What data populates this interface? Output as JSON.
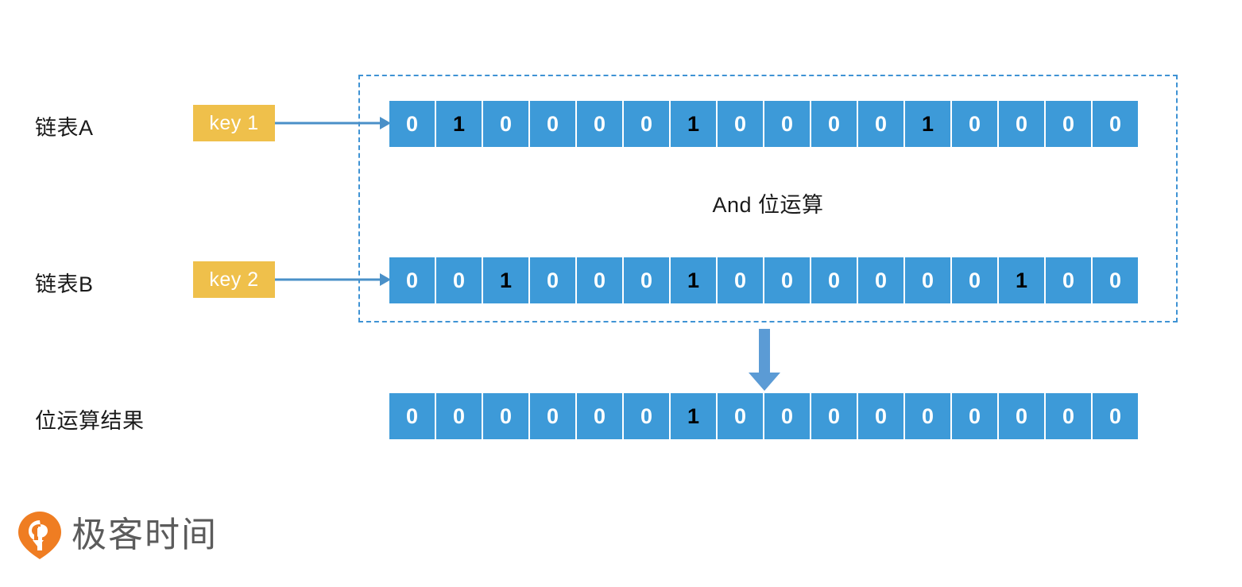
{
  "diagram": {
    "operation_caption": "And 位运算",
    "rows": [
      {
        "id": "a",
        "label": "链表A",
        "key_label": "key 1",
        "bits": [
          "0",
          "1",
          "0",
          "0",
          "0",
          "0",
          "1",
          "0",
          "0",
          "0",
          "0",
          "1",
          "0",
          "0",
          "0",
          "0"
        ]
      },
      {
        "id": "b",
        "label": "链表B",
        "key_label": "key 2",
        "bits": [
          "0",
          "0",
          "1",
          "0",
          "0",
          "0",
          "1",
          "0",
          "0",
          "0",
          "0",
          "0",
          "0",
          "1",
          "0",
          "0"
        ]
      },
      {
        "id": "result",
        "label": "位运算结果",
        "key_label": "",
        "bits": [
          "0",
          "0",
          "0",
          "0",
          "0",
          "0",
          "1",
          "0",
          "0",
          "0",
          "0",
          "0",
          "0",
          "0",
          "0",
          "0"
        ]
      }
    ]
  },
  "brand": {
    "name": "极客时间"
  },
  "colors": {
    "bit_cell": "#3d9ad8",
    "bit_zero_text": "#ffffff",
    "bit_one_text": "#000000",
    "key_badge": "#efc04b",
    "key_badge_text": "#ffffff",
    "dashed_border": "#3f93d4",
    "arrow": "#4a90c8",
    "brand_mark": "#ef7d22",
    "brand_text": "#5b5b5b"
  }
}
